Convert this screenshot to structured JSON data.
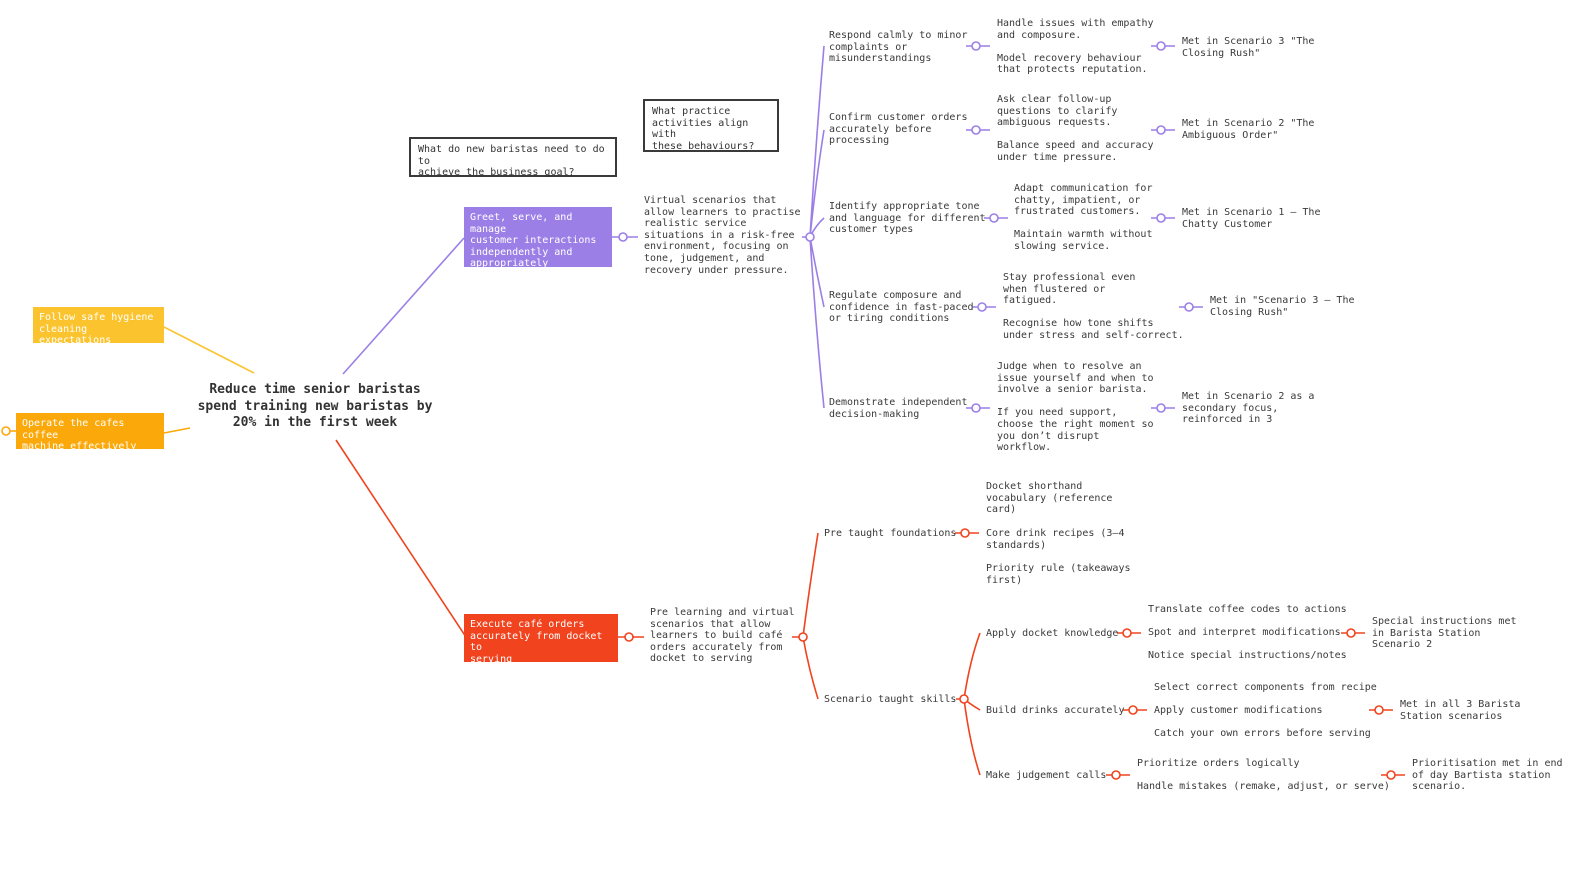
{
  "colors": {
    "purple": "#9b7fe6",
    "red": "#f0431e",
    "yellow": "#fbc42e",
    "orange": "#fba90a",
    "text": "#3a3a3a"
  },
  "root": {
    "label": "Reduce time senior baristas\nspend training new baristas by\n20% in the first week"
  },
  "questions": {
    "q1": "What do new baristas need to do to\nachieve the business goal?",
    "q2": "What practice\nactivities align with\nthese behaviours?"
  },
  "left_branches": [
    {
      "label": "Follow safe hygiene\ncleaning expectations",
      "color": "yellow"
    },
    {
      "label": "Operate the cafes coffee\nmachine effectively",
      "color": "orange"
    }
  ],
  "purple_branch": {
    "label": "Greet, serve, and manage\ncustomer interactions\nindependently and\nappropriately",
    "activity": "Virtual scenarios that\nallow learners to practise\nrealistic service\nsituations in a risk-free\nenvironment, focusing on\ntone, judgement, and\nrecovery under pressure.",
    "behaviours": [
      {
        "label": "Respond calmly to minor\ncomplaints or\nmisunderstandings",
        "details": "Handle issues with empathy\nand composure.\n\nModel recovery behaviour\nthat protects reputation.",
        "met": "Met in Scenario 3 \"The\nClosing Rush\""
      },
      {
        "label": "Confirm customer orders\naccurately before\nprocessing",
        "details": "Ask clear follow-up\nquestions to clarify\nambiguous requests.\n\nBalance speed and accuracy\nunder time pressure.",
        "met": "Met in  Scenario 2 \"The\nAmbiguous Order\""
      },
      {
        "label": "Identify appropriate tone\nand language for different\ncustomer types",
        "details": "Adapt communication for\nchatty, impatient, or\nfrustrated customers.\n\nMaintain warmth without\nslowing service.",
        "met": "Met in Scenario 1 – The\nChatty Customer"
      },
      {
        "label": "Regulate composure and\nconfidence in fast-paced\nor tiring conditions",
        "details": "Stay professional even\nwhen flustered or\nfatigued.\n\nRecognise how tone shifts\nunder stress and self-correct.",
        "met": "Met in \"Scenario 3 – The\nClosing Rush\""
      },
      {
        "label": "Demonstrate independent\ndecision-making",
        "details": "Judge when to resolve an\nissue yourself and when to\ninvolve a senior barista.\n\nIf you need support,\nchoose the right moment so\nyou don’t disrupt\nworkflow.",
        "met": "Met in Scenario 2 as a\nsecondary focus,\nreinforced in 3"
      }
    ]
  },
  "red_branch": {
    "label": "Execute café orders\naccurately from docket to\nserving",
    "activity": "Pre learning and virtual\nscenarios that allow\nlearners to build café\norders accurately from\ndocket to serving",
    "foundations": {
      "label": "Pre taught foundations",
      "items": [
        "Docket shorthand\nvocabulary (reference\ncard)",
        "Core drink recipes (3–4\nstandards)",
        "Priority rule (takeaways\nfirst)"
      ]
    },
    "skills": {
      "label": "Scenario taught skills",
      "children": [
        {
          "label": "Apply docket knowledge",
          "details": "Translate coffee codes to actions\n\nSpot and interpret modifications\n\nNotice special instructions/notes",
          "met": "Special instructions met\nin Barista Station\nScenario 2"
        },
        {
          "label": "Build drinks accurately",
          "details": "Select correct components from recipe\n\nApply customer modifications\n\nCatch your own errors before serving",
          "met": "Met in all 3 Barista\nStation scenarios"
        },
        {
          "label": "Make judgement calls",
          "details": "Prioritize orders logically\n\nHandle mistakes (remake, adjust, or serve)",
          "met": "Prioritisation met in end\nof day Bartista station\nscenario."
        }
      ]
    }
  }
}
